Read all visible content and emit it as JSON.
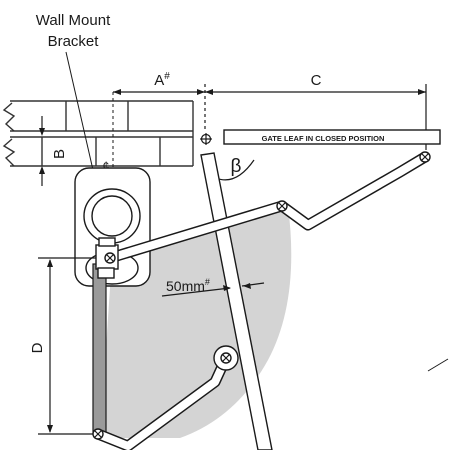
{
  "labels": {
    "bracket_line1": "Wall Mount",
    "bracket_line2": "Bracket",
    "dim_a": "A",
    "dim_a_mark": "#",
    "dim_b": "B",
    "dim_c": "C",
    "dim_d": "D",
    "center_mark": "¢",
    "angle": "β",
    "gap": "50mm",
    "gap_mark": "#",
    "gate_leaf": "GATE LEAF IN CLOSED POSITION"
  },
  "colors": {
    "line": "#1a1a1a",
    "shade": "#d4d4d4",
    "arm_fill": "#ffffff",
    "post_fill": "#ffffff",
    "arm_rod": "#9a9a9a",
    "wall_line": "#333333"
  }
}
